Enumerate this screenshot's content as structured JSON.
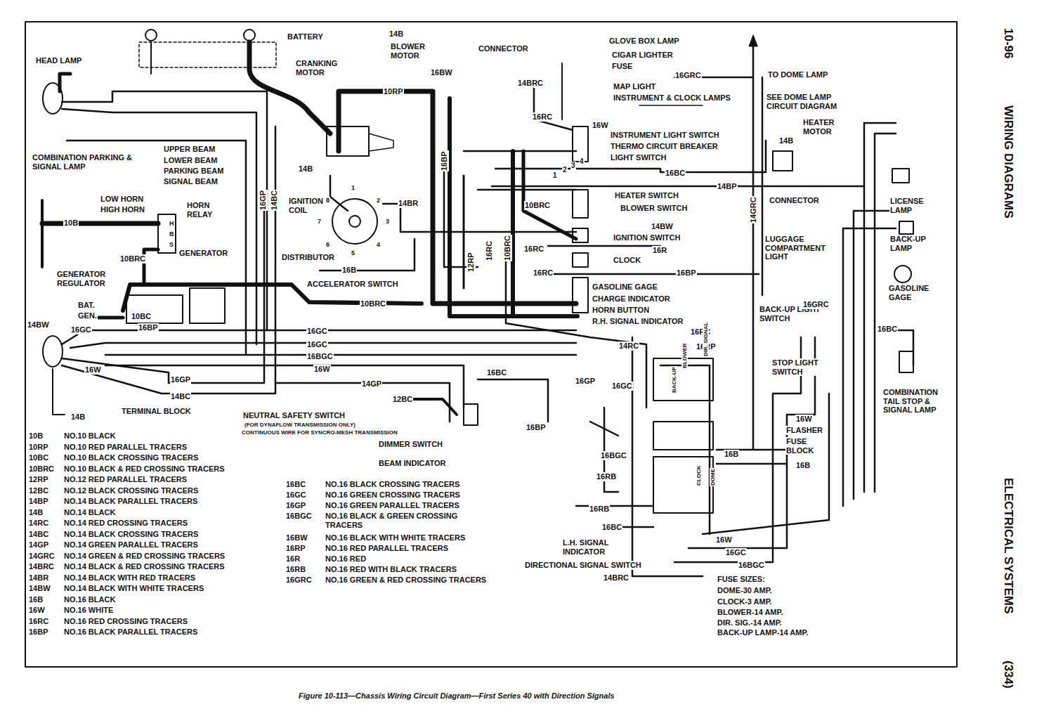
{
  "diagram": {
    "title": "WIRING DIAGRAMS",
    "caption": "Figure 10-113—Chassis Wiring Circuit Diagram—First Series 40 with Direction Signals",
    "labels": [
      "10-96",
      "ELECTRICAL SYSTEMS",
      "(334)",
      "BATTERY",
      "14B",
      "BLOWER MOTOR",
      "CONNECTOR",
      "16BW",
      "CRANKING MOTOR",
      "HEAD LAMP",
      "10RP",
      "GLOVE BOX LAMP",
      "CIGAR LIGHTER",
      "FUSE",
      "16GRC",
      "TO DOME LAMP",
      "MAP LIGHT",
      "INSTRUMENT & CLOCK LAMPS",
      "SEE DOME LAMP CIRCUIT DIAGRAM",
      "14BRC",
      "16RC",
      "16W",
      "INSTRUMENT LIGHT SWITCH",
      "THERMO CIRCUIT BREAKER",
      "LIGHT SWITCH",
      "HEATER MOTOR",
      "14B",
      "16BC",
      "14BP",
      "COMBINATION PARKING & SIGNAL LAMP",
      "UPPER BEAM",
      "LOWER BEAM",
      "PARKING BEAM",
      "SIGNAL BEAM",
      "14B",
      "16GP",
      "14BC",
      "16BP",
      "IGNITION COIL",
      "14BR",
      "LOW HORN",
      "HIGH HORN",
      "HORN RELAY",
      "10B",
      "GENERATOR",
      "10BRC",
      "GENERATOR REGULATOR",
      "DISTRIBUTOR",
      "10BRC",
      "HEATER SWITCH",
      "BLOWER SWITCH",
      "CONNECTOR",
      "LICENSE LAMP",
      "14BW",
      "IGNITION SWITCH",
      "LUGGAGE COMPARTMENT LIGHT",
      "BACK-UP LAMP",
      "14GRC",
      "16RC",
      "16R",
      "CLOCK",
      "16RC",
      "16BP",
      "16B",
      "ACCELERATOR SWITCH",
      "12RP",
      "16RC",
      "10BRC",
      "GASOLINE GAGE",
      "GASOLINE GAGE",
      "CHARGE INDICATOR",
      "HORN BUTTON",
      "R.H. SIGNAL INDICATOR",
      "10BRC",
      "BACK-UP LIGHT SWITCH",
      "16GRC",
      "BAT.",
      "GEN.",
      "10BC",
      "16BP",
      "14BW",
      "16GC",
      "16RC",
      "16RP",
      "16GC",
      "16GC",
      "16BGC",
      "16W",
      "14RC",
      "16W",
      "16BC",
      "STOP LIGHT SWITCH",
      "16BC",
      "16GP",
      "16GC",
      "16GP",
      "14GP",
      "14BC",
      "12BC",
      "COMBINATION TAIL STOP & SIGNAL LAMP",
      "14B",
      "TERMINAL BLOCK",
      "NEUTRAL SAFETY SWITCH",
      "(FOR DYNAFLOW TRANSMISSION ONLY)",
      "CONTINUOUS WIRE FOR SYNCRO-MESH TRANSMISSION",
      "16W",
      "FLASHER",
      "FUSE BLOCK",
      "16B",
      "16B",
      "16BP",
      "DIMMER SWITCH",
      "BEAM INDICATOR",
      "16BGC",
      "16RB",
      "16RB",
      "16BC",
      "L.H. SIGNAL INDICATOR",
      "DIRECTIONAL SIGNAL SWITCH",
      "16W",
      "16GC",
      "16BGC",
      "14BRC",
      "FUSE SIZES:",
      "DOME-30 AMP.",
      "CLOCK-3 AMP.",
      "BLOWER-14 AMP.",
      "DIR. SIG.-14 AMP.",
      "BACK-UP LAMP-14 AMP.",
      "BACK-UP",
      "BLOWER",
      "DIR. SIGNAL",
      "CLOCK",
      "DOME",
      "1",
      "2",
      "3",
      "4",
      "1",
      "2",
      "3",
      "4",
      "5",
      "6",
      "7",
      "8",
      "H",
      "B",
      "S",
      "10B",
      "NO.10 BLACK",
      "10RP",
      "NO.10 RED PARALLEL TRACERS",
      "10BC",
      "NO.10 BLACK CROSSING TRACERS",
      "10BRC",
      "NO.10 BLACK & RED CROSSING TRACERS",
      "12RP",
      "NO.12 RED PARALLEL TRACERS",
      "12BC",
      "NO.12 BLACK CROSSING TRACERS",
      "14BP",
      "NO.14 BLACK PARALLEL TRACERS",
      "14B",
      "NO.14 BLACK",
      "14RC",
      "NO.14 RED CROSSING TRACERS",
      "14BC",
      "NO.14 BLACK CROSSING TRACERS",
      "14GP",
      "NO.14 GREEN PARALLEL TRACERS",
      "14GRC",
      "NO.14 GREEN & RED CROSSING TRACERS",
      "14BRC",
      "NO.14 BLACK & RED CROSSING TRACERS",
      "14BR",
      "NO.14 BLACK WITH RED TRACERS",
      "14BW",
      "NO.14 BLACK WITH WHITE TRACERS",
      "16B",
      "NO.16 BLACK",
      "16W",
      "NO.16 WHITE",
      "16RC",
      "NO.16 RED CROSSING TRACERS",
      "16BP",
      "NO.16 BLACK PARALLEL TRACERS",
      "16BC",
      "NO.16 BLACK CROSSING TRACERS",
      "16GC",
      "NO.16 GREEN CROSSING TRACERS",
      "16GP",
      "NO.16 GREEN PARALLEL TRACERS",
      "16BGC",
      "NO.16 BLACK & GREEN CROSSING TRACERS",
      "16BW",
      "NO.16 BLACK WITH WHITE TRACERS",
      "16RP",
      "NO.16 RED PARALLEL TRACERS",
      "16R",
      "NO.16 RED",
      "16RB",
      "NO.16 RED WITH BLACK TRACERS",
      "16GRC",
      "NO.16 GREEN & RED CROSSING TRACERS"
    ]
  }
}
